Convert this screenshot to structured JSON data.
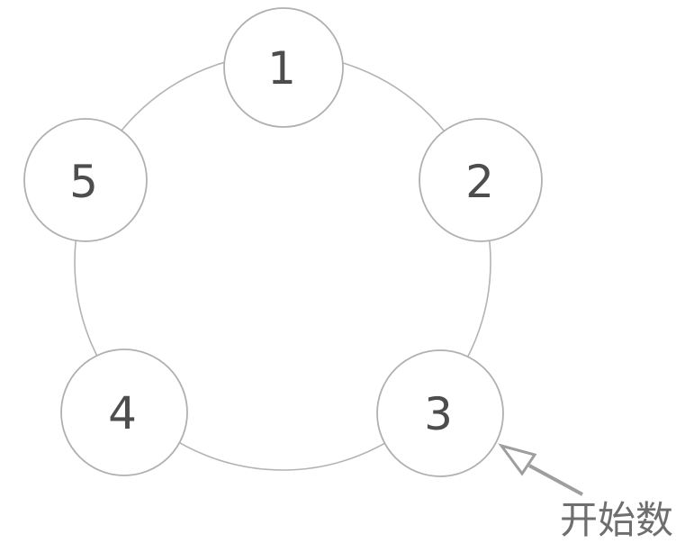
{
  "diagram": {
    "title": "circle-counting-diagram",
    "background": "#ffffff",
    "ring_color": "#b3b3b3",
    "node_stroke_color": "#b0b0b0",
    "node_label_color": "#4d4d4d",
    "nodes": [
      {
        "label": "1"
      },
      {
        "label": "2"
      },
      {
        "label": "3"
      },
      {
        "label": "4"
      },
      {
        "label": "5"
      }
    ],
    "annotation": {
      "label": "开始数",
      "label_color": "#6e6e6e",
      "arrow_color": "#9e9e9e",
      "points_to_node": "3"
    }
  }
}
